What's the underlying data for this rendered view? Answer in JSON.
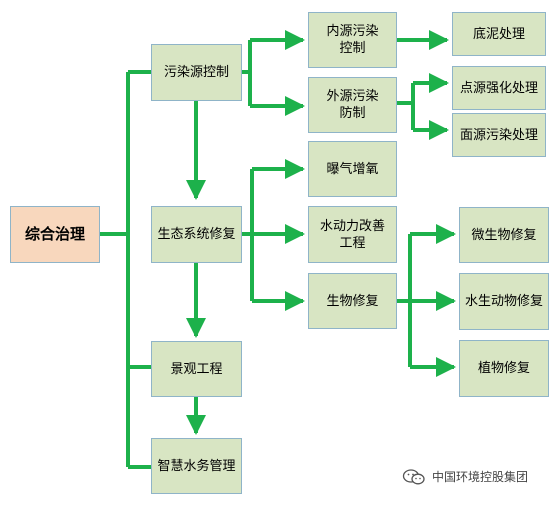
{
  "colors": {
    "connector": "#1db14b",
    "node_fill": "#d8e5c3",
    "root_fill": "#f8d7bd",
    "node_border": "#8fb4c8"
  },
  "nodes": {
    "root": "综合治理",
    "pollution_control": "污染源控制",
    "internal_source": "内源污染\n控制",
    "external_source": "外源污染\n防制",
    "sediment": "底泥处理",
    "point_source": "点源强化处理",
    "area_source": "面源污染处理",
    "ecosystem_restore": "生态系统修复",
    "aeration": "曝气增氧",
    "hydrodynamics": "水动力改善\n工程",
    "bio_restore": "生物修复",
    "microbe": "微生物修复",
    "aquatic_animal": "水生动物修复",
    "plant": "植物修复",
    "landscape": "景观工程",
    "smart_water": "智慧水务管理"
  },
  "watermark": {
    "text": "中国环境控股集团",
    "icon": "wechat-icon"
  }
}
